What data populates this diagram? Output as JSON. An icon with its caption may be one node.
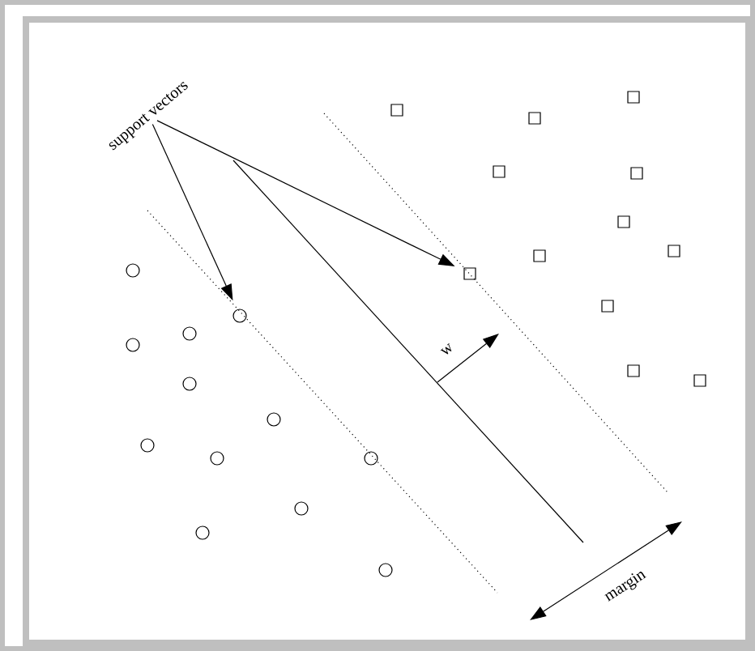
{
  "diagram": {
    "nodes": [
      {
        "text": [
          "support vectors"
        ]
      },
      {
        "text": [],
        "shape": "circle"
      },
      {
        "text": [],
        "shape": "box"
      }
    ],
    "edges": [
      {
        "from": 0,
        "to": 1,
        "arrow": "to"
      },
      {
        "from": 0,
        "to": 2,
        "arrow": "to"
      }
    ],
    "labels": [
      "w",
      "margin"
    ]
  }
}
